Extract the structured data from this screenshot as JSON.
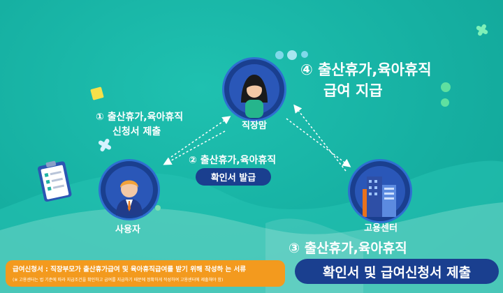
{
  "nodes": {
    "manager": {
      "label": "직장맘"
    },
    "employer": {
      "label": "사용자"
    },
    "center": {
      "label": "고용센터"
    }
  },
  "steps": {
    "step1": {
      "line1": "① 출산휴가,육아휴직",
      "line2": "신청서 제출"
    },
    "step2": {
      "line1": "② 출산휴가,육아휴직",
      "badge": "확인서 발급"
    },
    "step3": {
      "line1": "③ 출산휴가,육아휴직",
      "badge": "확인서 및 급여신청서 제출"
    },
    "step4": {
      "line1": "④ 출산휴가,육아휴직",
      "line2": "급여 지급"
    }
  },
  "note": {
    "title": "급여신청서 : 직장부모가 출산휴가급여 및 육아휴직급여를 받기 위해 작성하 는 서류",
    "detail": "(※ 고용센터는 법 기준에 따라 지급조건을 확인하고 급여를 지급하기 때문에 정확하게 작성하여 고용센터에 제출해야 함)"
  },
  "colors": {
    "background": "#18b3a4",
    "node_ring": "#1a3f8f",
    "badge": "#1a3f8f",
    "note_box": "#f39a1e"
  },
  "icons": [
    "worker-woman-icon",
    "businessman-icon",
    "office-building-icon",
    "clipboard-checklist-icon"
  ]
}
